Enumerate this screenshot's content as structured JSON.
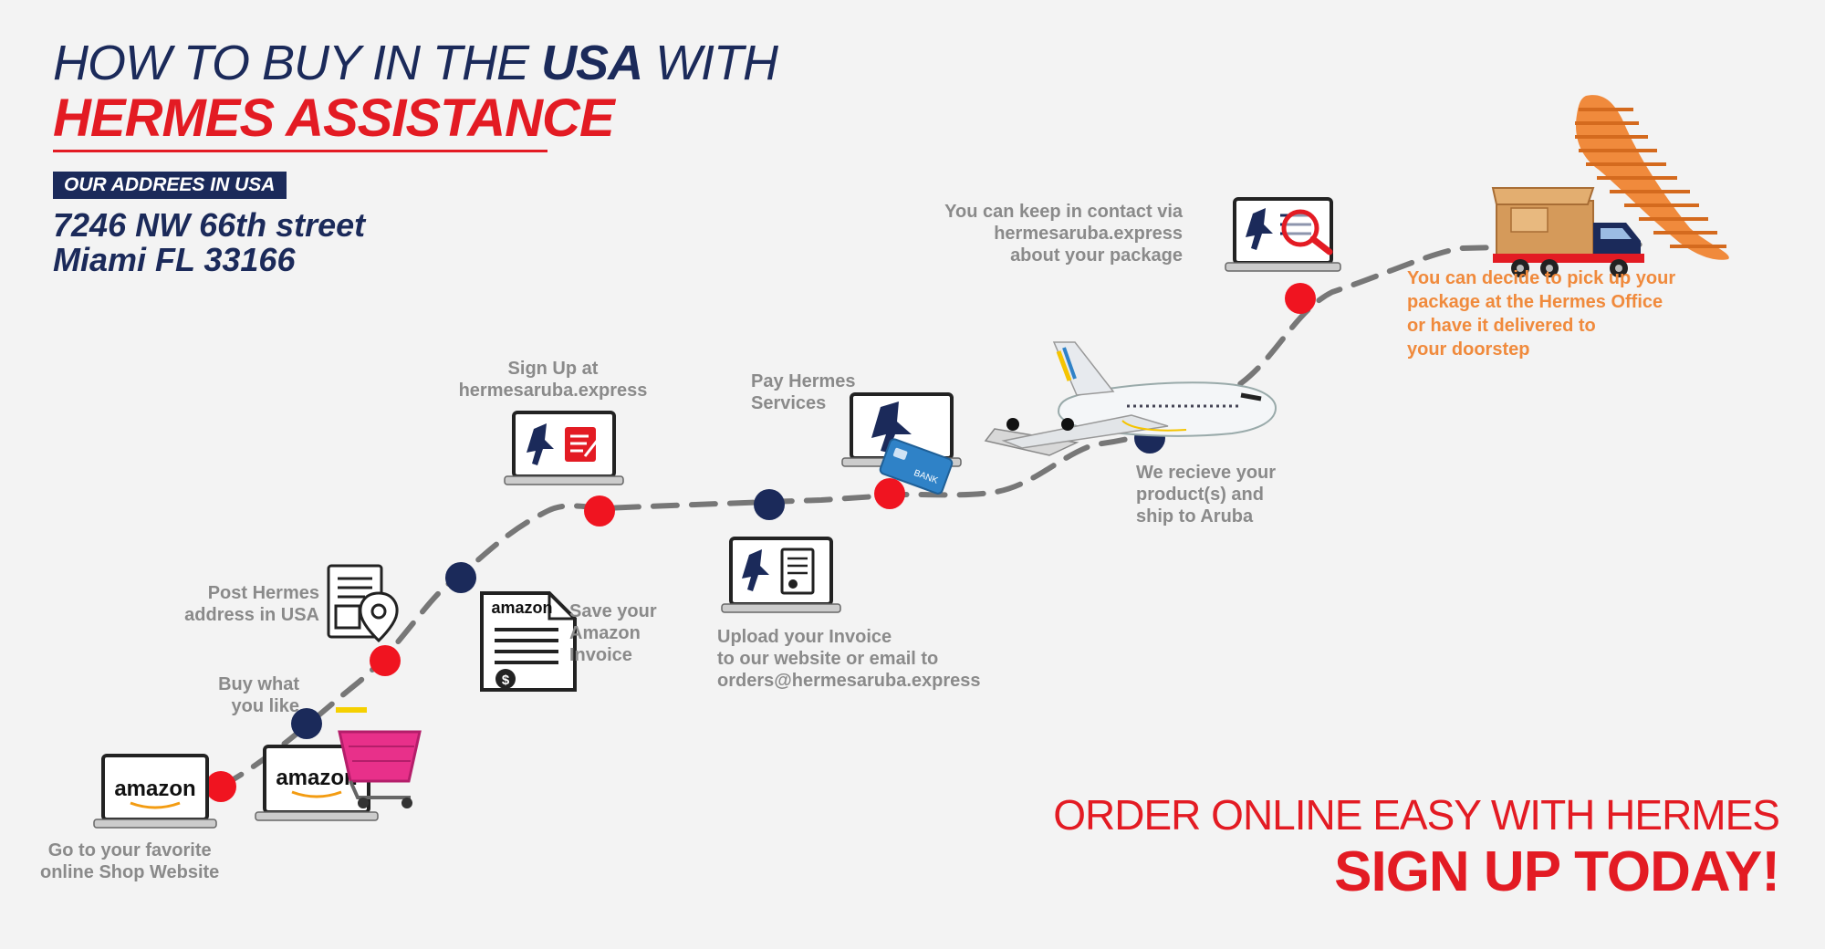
{
  "header": {
    "title_part1": "HOW TO BUY  IN THE ",
    "title_bold": "USA",
    "title_part2": " WITH",
    "title_line2": "HERMES ASSISTANCE",
    "address_badge": "OUR ADDREES IN USA",
    "address_line1": "7246 NW 66th street",
    "address_line2": "Miami FL 33166"
  },
  "steps": {
    "go_to_shop": [
      "Go to your favorite",
      "online Shop Website"
    ],
    "buy": [
      "Buy what",
      "you like"
    ],
    "post_address": [
      "Post  Hermes",
      "address in USA"
    ],
    "save_invoice": [
      "Save your",
      "Amazon",
      "Invoice"
    ],
    "sign_up": [
      "Sign Up at",
      "hermesaruba.express"
    ],
    "upload_invoice": [
      "Upload your Invoice",
      "to our website or email to",
      "orders@hermesaruba.express"
    ],
    "pay": [
      "Pay Hermes",
      "Services"
    ],
    "receive": [
      "We recieve your",
      "product(s) and",
      "ship to Aruba"
    ],
    "contact": [
      "You can keep in contact via",
      "hermesaruba.express",
      "about your package"
    ],
    "pickup": [
      "You can decide to pick up your",
      "package at the Hermes Office",
      "or have it delivered to",
      "your doorstep"
    ]
  },
  "icons": {
    "amazon_text": "amazon",
    "bank_text": "BANK"
  },
  "cta": {
    "line1": "ORDER ONLINE EASY WITH HERMES",
    "line2": "SIGN  UP TODAY!"
  },
  "colors": {
    "navy": "#1b2a5a",
    "red": "#e31b23",
    "orange": "#f08a3c",
    "gray_text": "#8a8a8a",
    "path": "#777777"
  }
}
